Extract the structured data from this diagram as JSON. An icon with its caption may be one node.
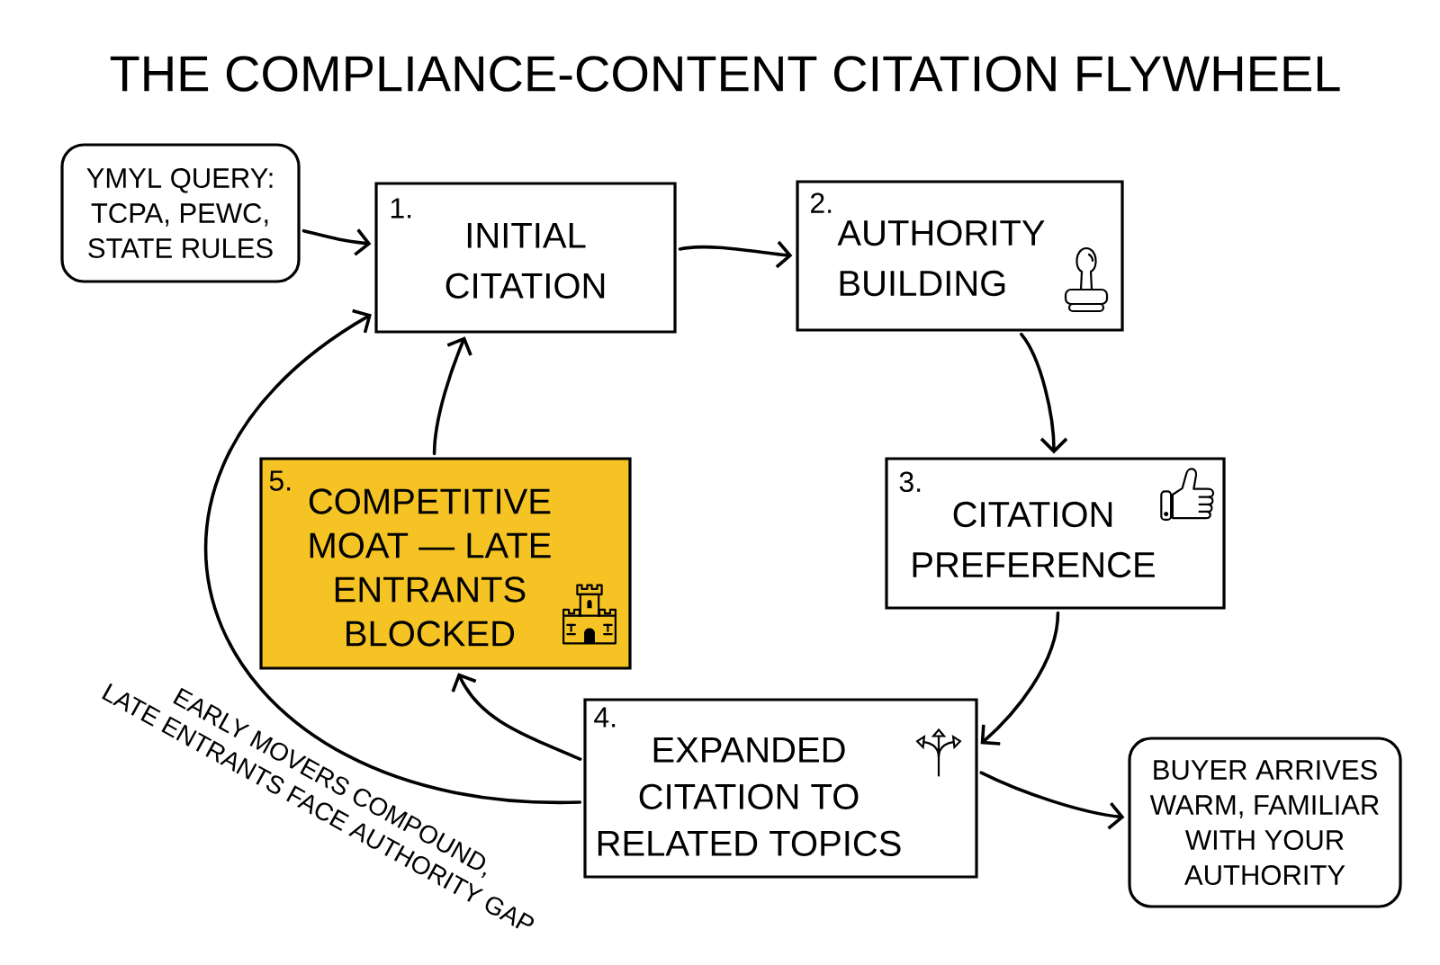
{
  "diagram": {
    "title": "THE COMPLIANCE-CONTENT CITATION FLYWHEEL",
    "nodes": [
      {
        "text": [
          "YMYL QUERY: TCPA, PEWC, STATE RULES"
        ]
      },
      {
        "text": [
          "1.",
          "INITIAL CITATION"
        ]
      },
      {
        "text": [
          "2.",
          "AUTHORITY BUILDING"
        ]
      },
      {
        "text": [
          "3.",
          "CITATION PREFERENCE"
        ]
      },
      {
        "text": [
          "4.",
          "EXPANDED CITATION TO RELATED TOPICS"
        ]
      },
      {
        "text": [
          "5.",
          "COMPETITIVE MOAT — LATE ENTRANTS BLOCKED"
        ]
      },
      {
        "text": [
          "BUYER ARRIVES WARM, FAMILIAR WITH YOUR AUTHORITY"
        ]
      }
    ],
    "edges": [
      {
        "from": 0,
        "to": 1,
        "arrow": "to"
      },
      {
        "from": 1,
        "to": 2,
        "arrow": "to"
      },
      {
        "from": 2,
        "to": 3,
        "arrow": "to"
      },
      {
        "from": 3,
        "to": 4,
        "arrow": "to"
      },
      {
        "from": 4,
        "to": 5,
        "arrow": "to"
      },
      {
        "from": 5,
        "to": 1,
        "arrow": "to"
      },
      {
        "from": 4,
        "to": 6,
        "arrow": "to"
      },
      {
        "from": 4,
        "to": 1,
        "arrow": "to",
        "label": "EARLY MOVERS COMPOUND, LATE ENTRANTS FACE AUTHORITY GAP"
      }
    ]
  }
}
